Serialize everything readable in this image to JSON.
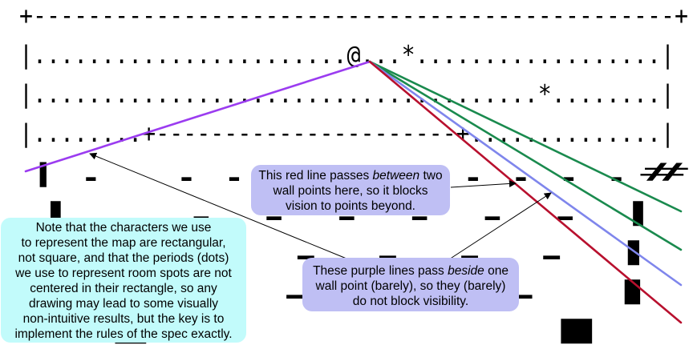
{
  "map": {
    "rows": [
      "+-----------------------------------------------+",
      "|.......................@...*..................|",
      "|.....................................*........|",
      "|........+----------------------+..............|",
      "|.                                   ..........#",
      "|                                        ......|",
      "|                                         .....|",
      "|                                            ...|",
      "|                                               |"
    ]
  },
  "rays": [
    {
      "name": "purple-ray",
      "color": "#9b3cf0"
    },
    {
      "name": "green-ray-1",
      "color": "#1a8a4e"
    },
    {
      "name": "green-ray-2",
      "color": "#1a8a4e"
    },
    {
      "name": "blue-ray",
      "color": "#7f86ec"
    },
    {
      "name": "red-ray",
      "color": "#b8102e"
    }
  ],
  "callouts": {
    "red_line": {
      "line1_pre": "This red line passes ",
      "line1_em": "between",
      "line1_post": " two",
      "line2": "wall points here, so it blocks",
      "line3": "vision to points beyond."
    },
    "purple_lines": {
      "line1_pre": "These purple lines pass ",
      "line1_em": "beside",
      "line1_post": " one",
      "line2": "wall point (barely), so they (barely)",
      "line3": "do not block visibility."
    },
    "note": {
      "lines": [
        "Note that the characters we use",
        "to represent the map are rectangular,",
        "not square, and that the periods (dots)",
        "we use to represent room spots are not",
        "centered in their rectangle, so any",
        "drawing may lead to some visually",
        "non-intuitive results, but the key is to",
        "implement the rules of the spec exactly."
      ]
    }
  },
  "colors": {
    "callout_blue": "#bfbff4",
    "callout_cyan": "#c2fbfb",
    "arrow": "#000000"
  }
}
